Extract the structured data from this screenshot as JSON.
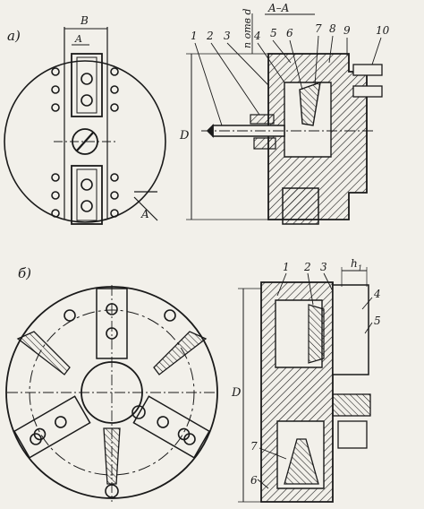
{
  "sub_a": "а)",
  "sub_b": "б)",
  "dim_B": "B",
  "dim_A": "A",
  "section_title": "A–A",
  "holes_label": "n отв d",
  "dim_D_top": "D",
  "dim_D_bottom": "D",
  "dim_h1": "h",
  "dim_h1_sub": "1",
  "label_A_arrow": "A",
  "top_callouts": [
    "1",
    "2",
    "3",
    "4",
    "5",
    "6",
    "7",
    "8",
    "9",
    "10"
  ],
  "bottom_callouts": [
    "1",
    "2",
    "3",
    "4",
    "5",
    "6",
    "7"
  ]
}
